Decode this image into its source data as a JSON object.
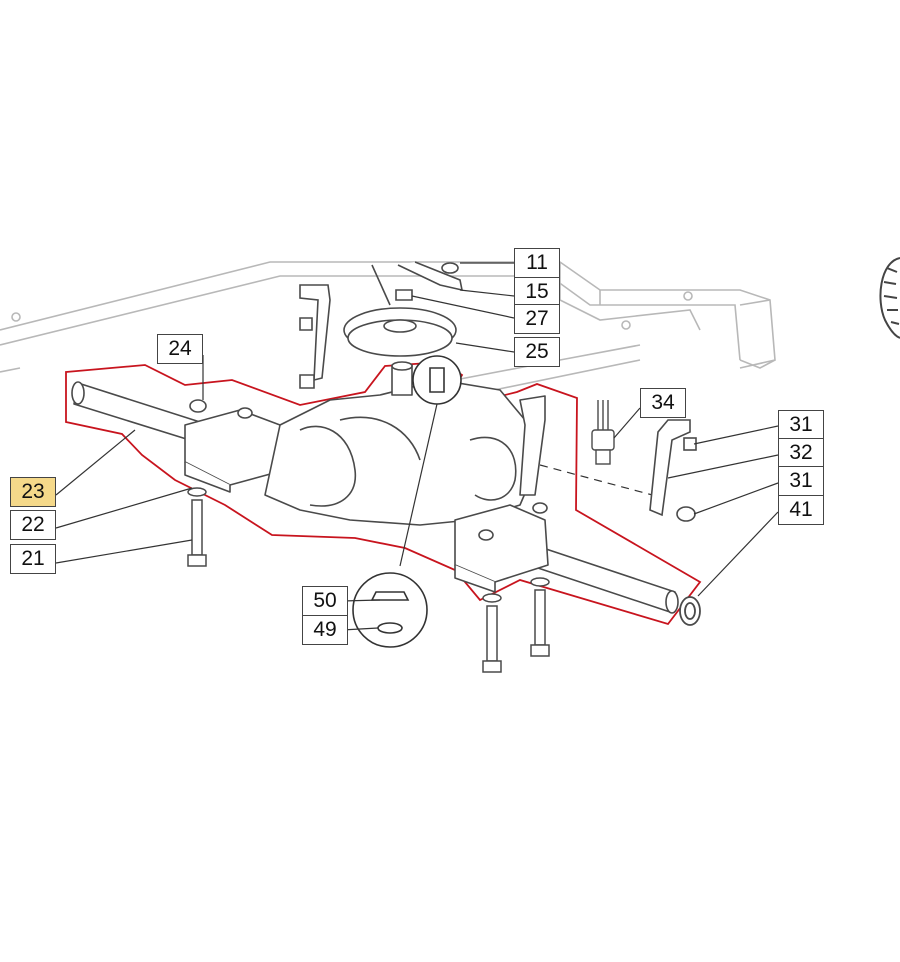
{
  "diagram": {
    "colors": {
      "outline": "#5a5a5a",
      "chassis": "#b8b8b8",
      "frame_line": "#c8141e",
      "leader": "#333333",
      "highlight": "#f5d98a"
    },
    "icons": [
      "transaxle-drawing",
      "chassis-frame-drawing",
      "wheel-tyre-partial"
    ]
  },
  "callouts": {
    "c11": "11",
    "c15": "15",
    "c27": "27",
    "c25": "25",
    "c24": "24",
    "c34": "34",
    "c31a": "31",
    "c32": "32",
    "c31b": "31",
    "c41": "41",
    "c23": "23",
    "c22": "22",
    "c21": "21",
    "c50": "50",
    "c49": "49"
  }
}
